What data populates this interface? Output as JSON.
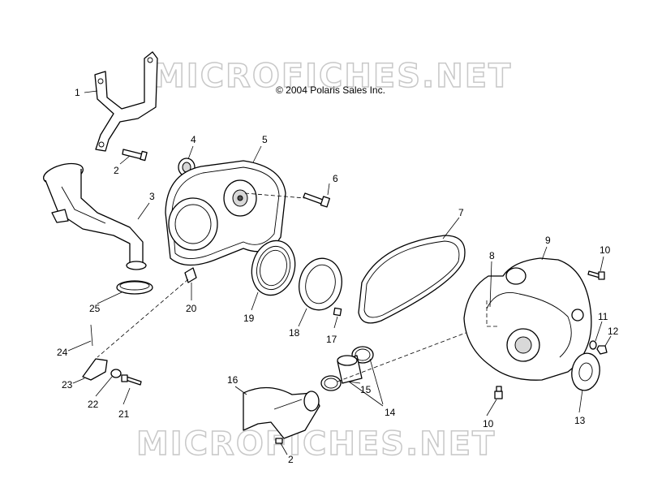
{
  "watermark": "MICROFICHES.NET",
  "copyright": "© 2004 Polaris Sales Inc.",
  "callouts": {
    "c1": "1",
    "c2a": "2",
    "c2b": "2",
    "c3": "3",
    "c4": "4",
    "c5": "5",
    "c6": "6",
    "c7": "7",
    "c8": "8",
    "c9": "9",
    "c10a": "10",
    "c10b": "10",
    "c11": "11",
    "c12": "12",
    "c13": "13",
    "c14": "14",
    "c15": "15",
    "c16": "16",
    "c17": "17",
    "c18": "18",
    "c19": "19",
    "c20": "20",
    "c21": "21",
    "c22": "22",
    "c23": "23",
    "c24": "24",
    "c25": "25"
  }
}
